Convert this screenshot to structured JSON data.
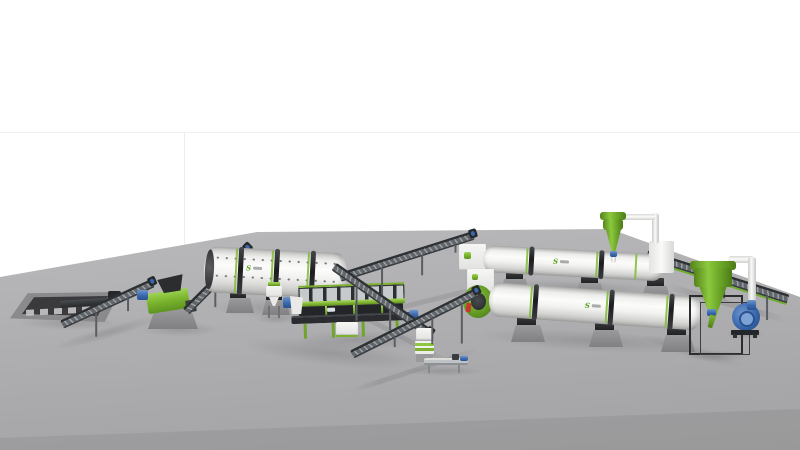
{
  "logo": {
    "glyph": "S"
  },
  "colors": {
    "background": "#ffffff",
    "wall_seam": "#ededee",
    "floor_back": "#c9c9cb",
    "floor_front": "#a2a2a4",
    "drum_white": "#f5f5f3",
    "ring_black": "#232527",
    "accent_green": "#7fbb32",
    "accent_green_dark": "#567f1d",
    "machine_dark": "#36393c",
    "truss_grey": "#9aa0a5",
    "motor_blue": "#3a68ae",
    "concrete_grey": "#8f8f91",
    "shadow": "rgba(60,60,65,0.18)"
  },
  "equipment": [
    {
      "id": "ground-receiving-pit",
      "label": "ground receiving pit with grate"
    },
    {
      "id": "pit-discharge-conveyor",
      "label": "pit discharge belt conveyor"
    },
    {
      "id": "incline-conveyor-1",
      "label": "inclined belt conveyor to crusher"
    },
    {
      "id": "crusher",
      "label": "compost crusher with feed hopper"
    },
    {
      "id": "incline-conveyor-2",
      "label": "inclined belt conveyor to fermentation drum"
    },
    {
      "id": "fermentation-drum",
      "label": "segmented rotary fermentation drum"
    },
    {
      "id": "drum-drive-motor",
      "label": "drum drive motor"
    },
    {
      "id": "screw-feeder",
      "label": "small hopper feeder"
    },
    {
      "id": "batching-machine",
      "label": "green batching / screening machine with mesh bins"
    },
    {
      "id": "incline-conveyor-3",
      "label": "inclined belt conveyor to dryer feed"
    },
    {
      "id": "incline-conveyor-4",
      "label": "descending transfer conveyor to packer"
    },
    {
      "id": "incline-conveyor-5",
      "label": "inclined belt conveyor to cooler feed"
    },
    {
      "id": "packing-machine",
      "label": "automatic packing machine with bagging conveyor"
    },
    {
      "id": "rotary-dryer",
      "label": "rotary drum dryer (rear)"
    },
    {
      "id": "dryer-cyclone",
      "label": "green cyclone dust collector on dryer"
    },
    {
      "id": "rotary-cooler",
      "label": "rotary drum cooler with green inlet head"
    },
    {
      "id": "discharge-conveyor",
      "label": "cooler discharge conveyor"
    },
    {
      "id": "cyclone-separator",
      "label": "green cyclone separator on steel stand"
    },
    {
      "id": "draft-fan",
      "label": "blue induced draft fan"
    },
    {
      "id": "ductwork",
      "label": "white connecting ductwork"
    }
  ]
}
